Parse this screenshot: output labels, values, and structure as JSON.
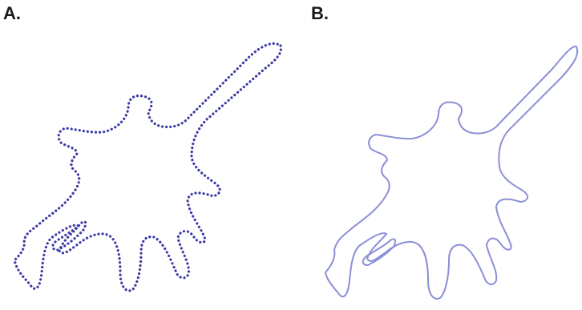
{
  "panels": [
    {
      "label": "A.",
      "style": "dotted",
      "stroke_color": "#3b3ba6"
    },
    {
      "label": "B.",
      "style": "solid",
      "stroke_color": "#8b8fd6"
    }
  ]
}
